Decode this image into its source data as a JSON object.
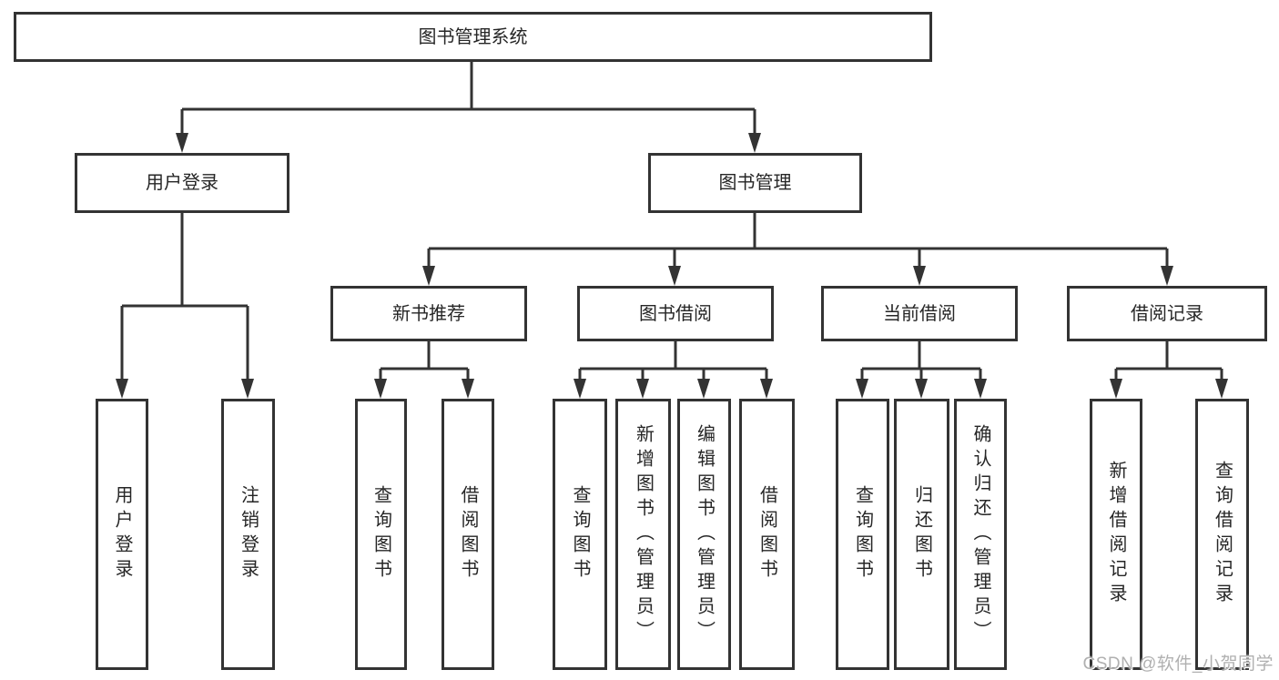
{
  "diagram_type": "tree",
  "tree": {
    "label": "图书管理系统",
    "children": [
      {
        "label": "用户登录",
        "children": [
          {
            "label": "用户登录"
          },
          {
            "label": "注销登录"
          }
        ]
      },
      {
        "label": "图书管理",
        "children": [
          {
            "label": "新书推荐",
            "children": [
              {
                "label": "查询图书"
              },
              {
                "label": "借阅图书"
              }
            ]
          },
          {
            "label": "图书借阅",
            "children": [
              {
                "label": "查询图书"
              },
              {
                "label": "新增图书（管理员）"
              },
              {
                "label": "编辑图书（管理员）"
              },
              {
                "label": "借阅图书"
              }
            ]
          },
          {
            "label": "当前借阅",
            "children": [
              {
                "label": "查询图书"
              },
              {
                "label": "归还图书"
              },
              {
                "label": "确认归还（管理员）"
              }
            ]
          },
          {
            "label": "借阅记录",
            "children": [
              {
                "label": "新增借阅记录"
              },
              {
                "label": "查询借阅记录"
              }
            ]
          }
        ]
      }
    ]
  },
  "watermark": {
    "text": "CSDN @软件_小贺同学"
  },
  "colors": {
    "line": "#333333",
    "box_border": "#333333",
    "text": "#262626",
    "watermark": "#b0b0b0",
    "background": "#ffffff"
  }
}
